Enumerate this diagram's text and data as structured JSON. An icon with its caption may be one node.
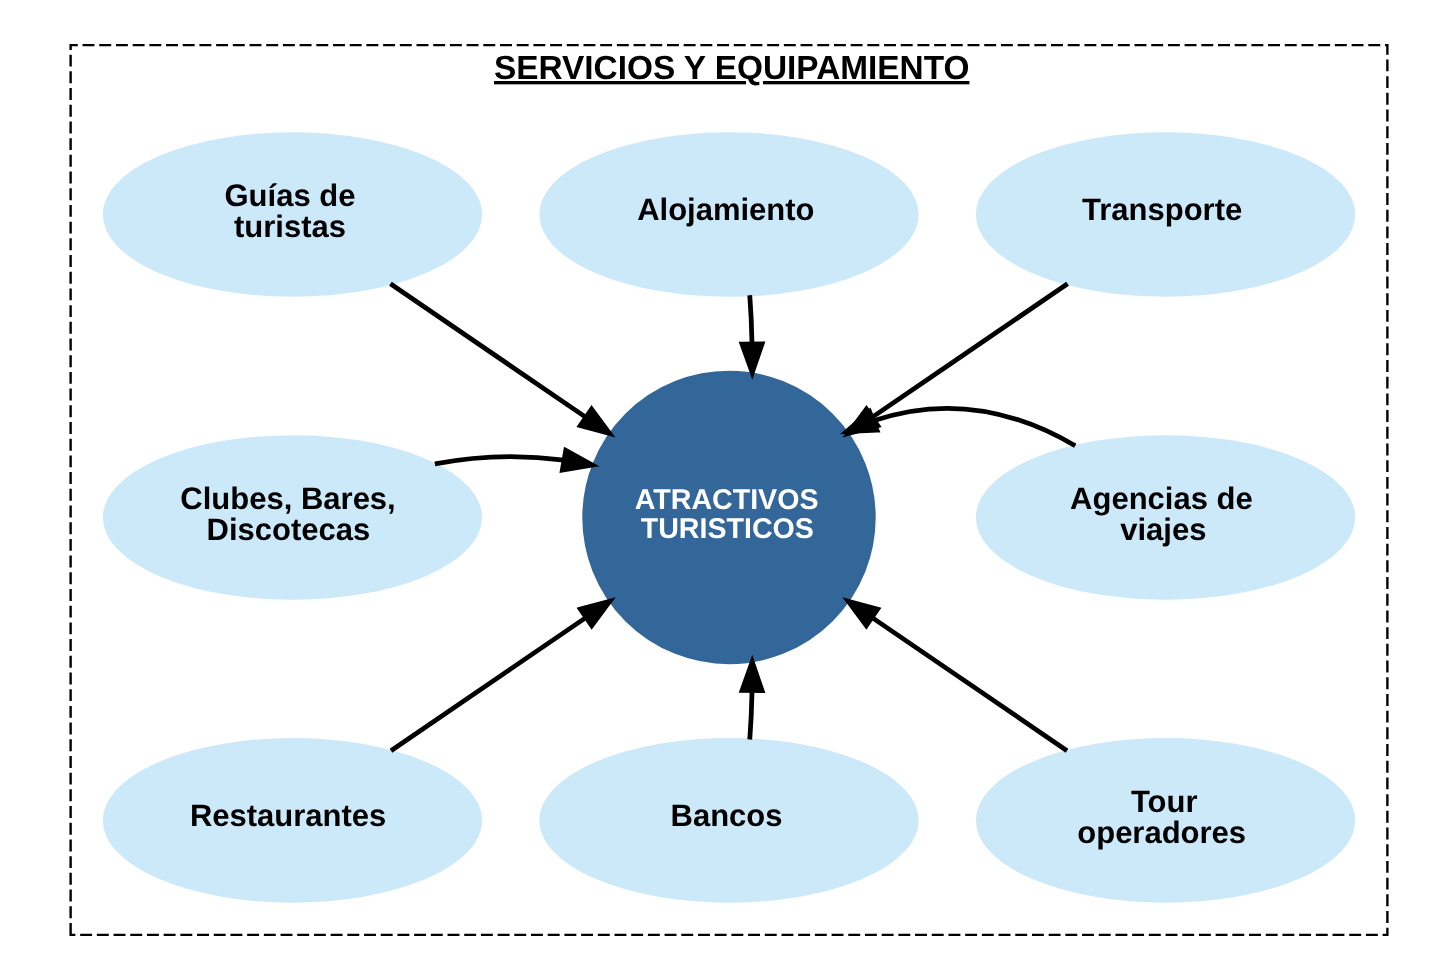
{
  "diagram": {
    "nodes": [
      {
        "text": [
          "SERVICIOS Y EQUIPAMIENTO"
        ]
      },
      {
        "text": [
          "ATRACTIVOS TURISTICOS"
        ],
        "in": 0
      },
      {
        "text": [
          "Alojamiento"
        ],
        "in": 0
      },
      {
        "text": [
          "Guías de turistas"
        ],
        "in": 0
      },
      {
        "text": [
          "Transporte"
        ],
        "in": 0
      },
      {
        "text": [
          "Clubes, Bares, Discotecas"
        ],
        "in": 0
      },
      {
        "text": [
          "Agencias de viajes"
        ],
        "in": 0
      },
      {
        "text": [
          "Restaurantes"
        ],
        "in": 0
      },
      {
        "text": [
          "Tour operadores"
        ],
        "in": 0
      },
      {
        "text": [
          "Bancos"
        ],
        "in": 0
      }
    ],
    "edges": [
      {
        "from": 2,
        "to": 1,
        "arrow": "to"
      },
      {
        "from": 3,
        "to": 1,
        "arrow": "to"
      },
      {
        "from": 4,
        "to": 1,
        "arrow": "to"
      },
      {
        "from": 5,
        "to": 1,
        "arrow": "to"
      },
      {
        "from": 6,
        "to": 1,
        "arrow": "to"
      },
      {
        "from": 7,
        "to": 1,
        "arrow": "to"
      },
      {
        "from": 8,
        "to": 1,
        "arrow": "to"
      },
      {
        "from": 9,
        "to": 1,
        "arrow": "to"
      }
    ]
  }
}
